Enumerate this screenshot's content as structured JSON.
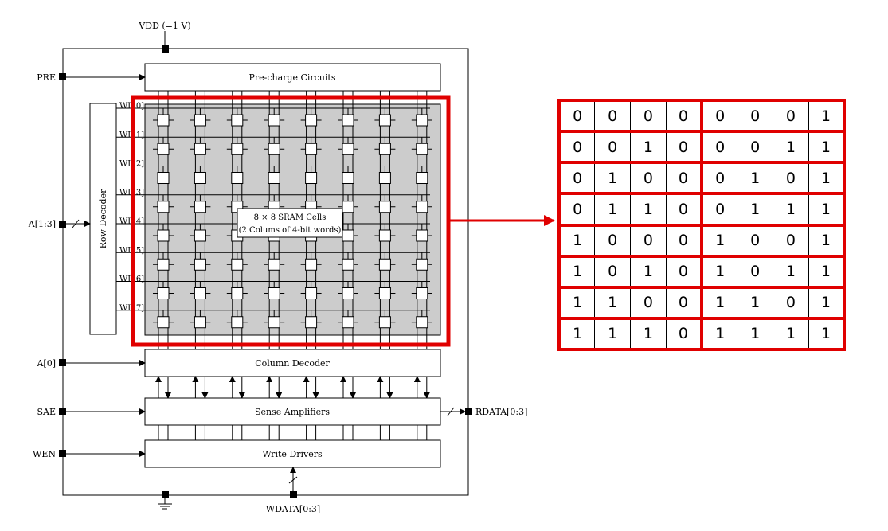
{
  "supply": {
    "vdd_label": "VDD (=1 V)"
  },
  "pins": {
    "pre": "PRE",
    "addr_high": "A[1:3]",
    "addr_low": "A[0]",
    "sae": "SAE",
    "wen": "WEN",
    "rdata": "RDATA[0:3]",
    "wdata": "WDATA[0:3]"
  },
  "blocks": {
    "precharge": "Pre-charge Circuits",
    "row_decoder": "Row Decoder",
    "column_decoder": "Column Decoder",
    "sense_amps": "Sense Amplifiers",
    "write_drivers": "Write Drivers"
  },
  "array": {
    "label_line1": "8 × 8 SRAM Cells",
    "label_line2": "(2 Colums of 4-bit words)",
    "wordlines": [
      "WL[0]",
      "WL[1]",
      "WL[2]",
      "WL[3]",
      "WL[4]",
      "WL[5]",
      "WL[6]",
      "WL[7]"
    ]
  },
  "memory_contents": [
    [
      "0",
      "0",
      "0",
      "0",
      "0",
      "0",
      "0",
      "1"
    ],
    [
      "0",
      "0",
      "1",
      "0",
      "0",
      "0",
      "1",
      "1"
    ],
    [
      "0",
      "1",
      "0",
      "0",
      "0",
      "1",
      "0",
      "1"
    ],
    [
      "0",
      "1",
      "1",
      "0",
      "0",
      "1",
      "1",
      "1"
    ],
    [
      "1",
      "0",
      "0",
      "0",
      "1",
      "0",
      "0",
      "1"
    ],
    [
      "1",
      "0",
      "1",
      "0",
      "1",
      "0",
      "1",
      "1"
    ],
    [
      "1",
      "1",
      "0",
      "0",
      "1",
      "1",
      "0",
      "1"
    ],
    [
      "1",
      "1",
      "1",
      "0",
      "1",
      "1",
      "1",
      "1"
    ]
  ],
  "colors": {
    "highlight": "#e00000",
    "array_fill": "#cccccc"
  }
}
